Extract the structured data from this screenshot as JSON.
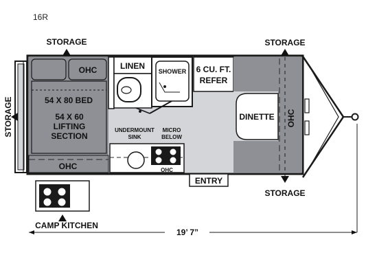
{
  "model": "16R",
  "labels": {
    "storage_top_left": "STORAGE",
    "storage_top_right": "STORAGE",
    "storage_left": "STORAGE",
    "storage_bottom_right": "STORAGE",
    "ohc_top": "OHC",
    "ohc_bottom": "OHC",
    "ohc_kitchen": "OHC",
    "ohc_dinette": "OHC",
    "linen": "LINEN",
    "shower": "SHOWER",
    "refer_line1": "6 CU. FT.",
    "refer_line2": "REFER",
    "bed_size": "54 X 80 BED",
    "lift_line1": "54 X 60",
    "lift_line2": "LIFTING",
    "lift_line3": "SECTION",
    "undermount_line1": "UNDERMOUNT",
    "undermount_line2": "SINK",
    "micro_line1": "MICRO",
    "micro_line2": "BELOW",
    "dinette": "DINETTE",
    "entry": "ENTRY",
    "camp_kitchen": "CAMP KITCHEN",
    "length": "19’ 7”"
  },
  "colors": {
    "dark_gray": "#8f9096",
    "light_gray": "#d4d5d8",
    "wall": "#1a1a1a",
    "dash": "#2a2a2a"
  }
}
